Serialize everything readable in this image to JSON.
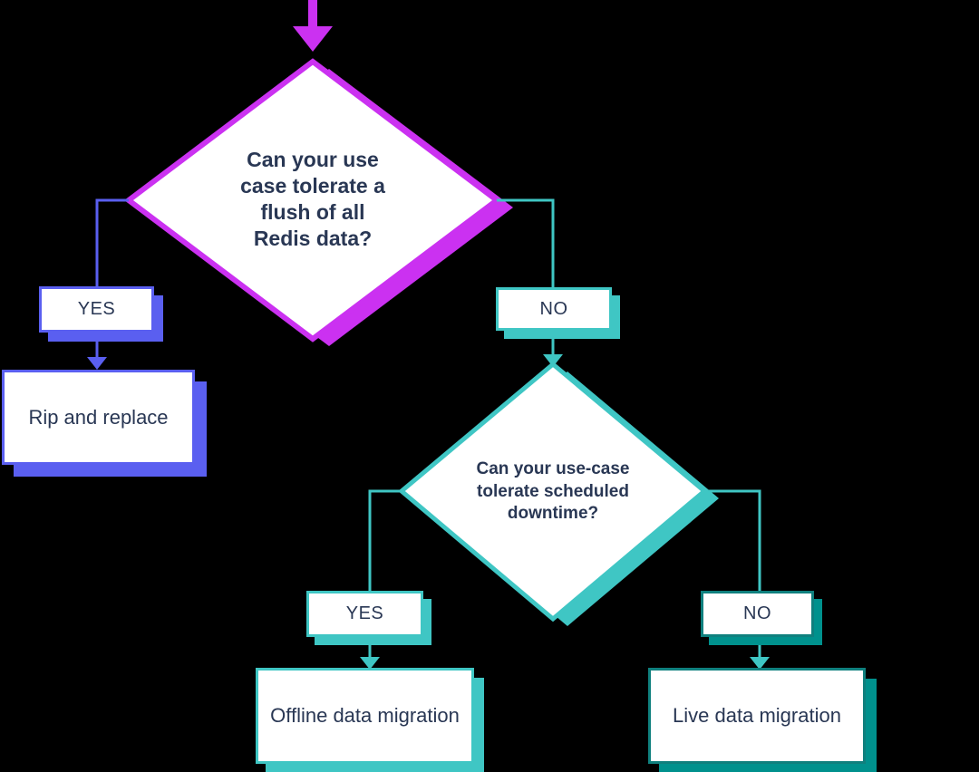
{
  "colors": {
    "background": "#000000",
    "magenta": "#CB31F1",
    "indigo": "#5A5FF0",
    "teal": "#3FC6C4",
    "teal-dark": "#0F807E",
    "teal-dark-shadow": "#00918D",
    "text": "#293754",
    "node-fill": "#FFFFFF"
  },
  "diagram": {
    "decision1": {
      "question": "Can your use\ncase tolerate a\nflush of all\nRedis data?"
    },
    "branch1_yes": {
      "label": "YES"
    },
    "branch1_no": {
      "label": "NO"
    },
    "outcome_rip_and_replace": {
      "label": "Rip and replace"
    },
    "decision2": {
      "question": "Can your use-case\ntolerate scheduled\ndowntime?"
    },
    "branch2_yes": {
      "label": "YES"
    },
    "branch2_no": {
      "label": "NO"
    },
    "outcome_offline_migration": {
      "label": "Offline data migration"
    },
    "outcome_live_migration": {
      "label": "Live data migration"
    }
  }
}
